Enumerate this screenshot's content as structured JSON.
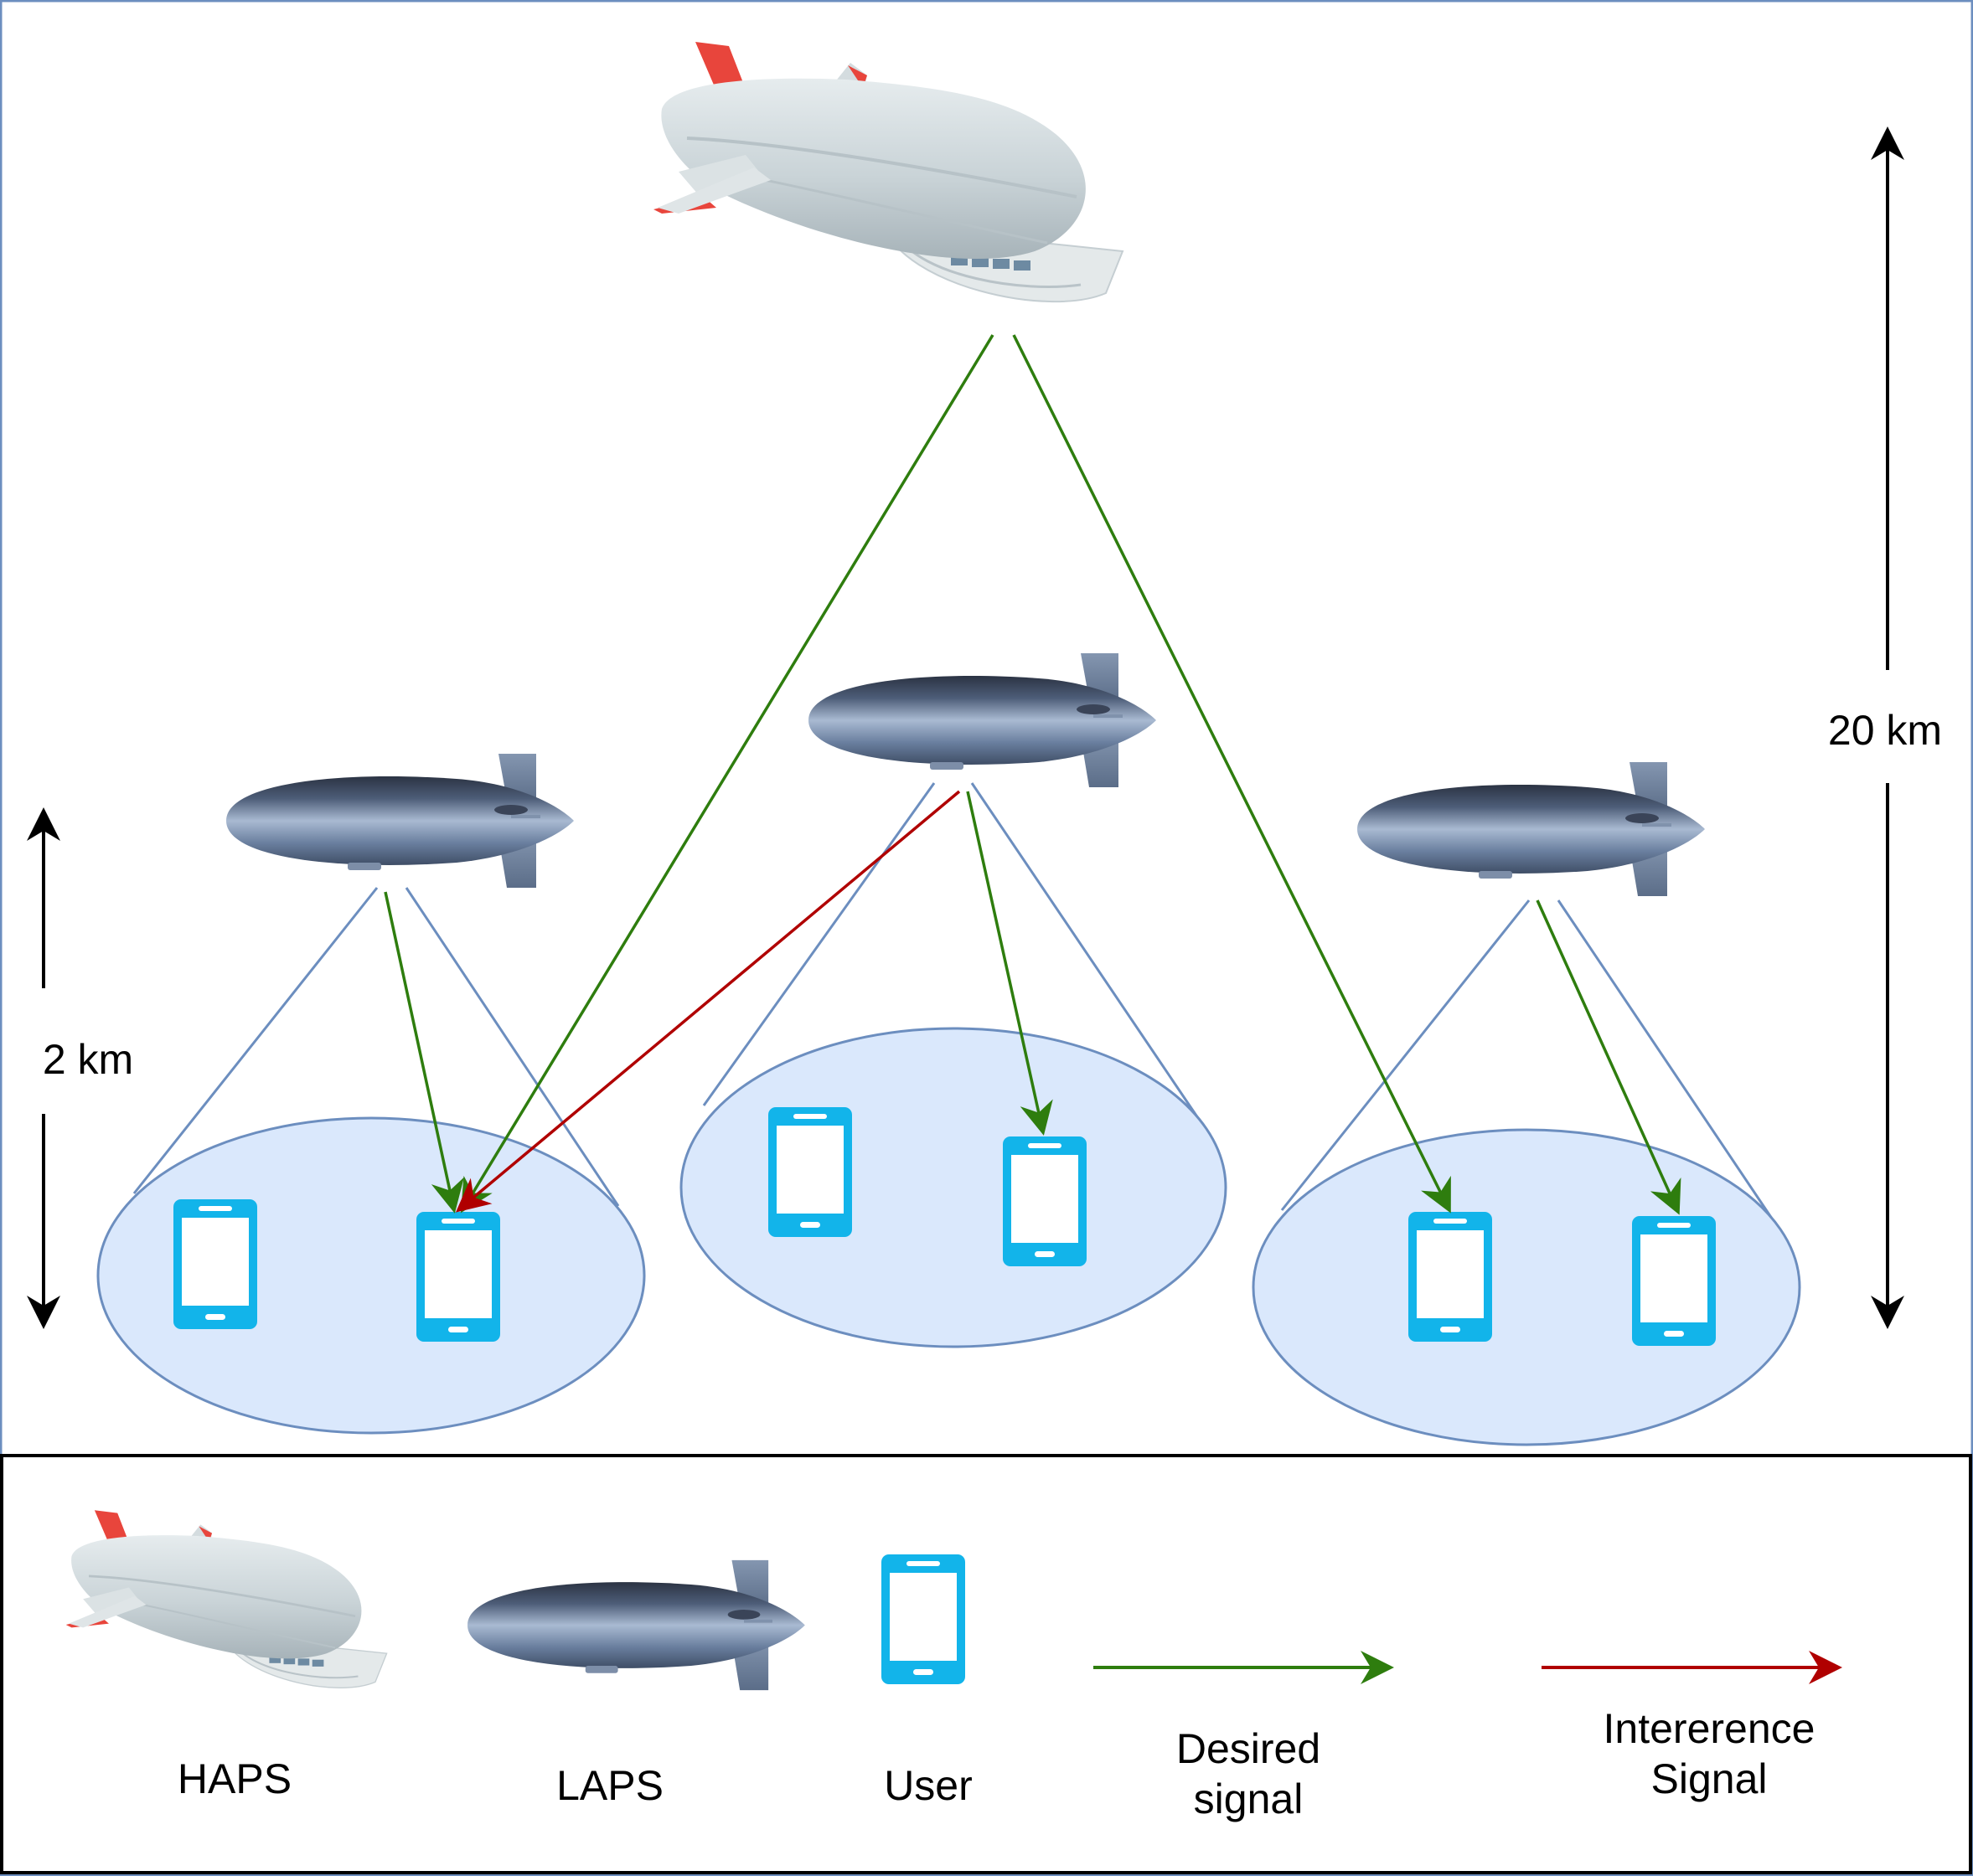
{
  "labels": {
    "haps_altitude": "20 km",
    "laps_altitude": "2 km"
  },
  "legend": {
    "haps": "HAPS",
    "laps": "LAPS",
    "user": "User",
    "desired_line1": "Desired",
    "desired_line2": "signal",
    "interference_line1": "Intererence",
    "interference_line2": "Signal"
  },
  "colors": {
    "desired": "#2e7d0e",
    "interference": "#b00000",
    "user_phone": "#12b4ea",
    "coverage_fill": "#dae8fc",
    "coverage_stroke": "#6c8ebf",
    "haps_body": "#cdd6da",
    "haps_fin": "#e8453c",
    "laps_body": "#6e87a8",
    "frame": "#000000"
  },
  "icons": {
    "haps": "haps-airship-icon",
    "laps": "laps-airship-icon",
    "user": "smartphone-icon"
  }
}
